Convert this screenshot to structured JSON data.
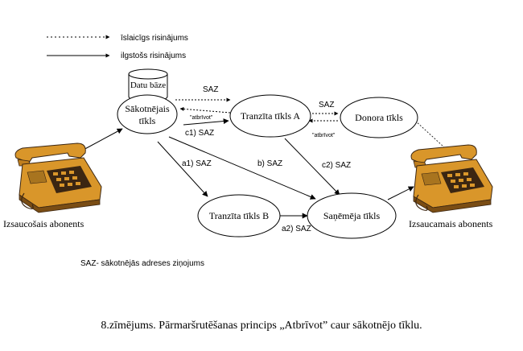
{
  "legend": {
    "temporary": "īslaicīgs risinājums",
    "permanent": "ilgstošs risinājums"
  },
  "nodes": {
    "database": "Datu bāze",
    "origin_line1": "Sākotnējais",
    "origin_line2": "tīkls",
    "transit_a": "Tranzīta tīkls A",
    "donor": "Donora tīkls",
    "transit_b": "Tranzīta tīkls B",
    "recipient": "Saņēmēja tīkls"
  },
  "phones": {
    "caller": "Izsaucošais abonents",
    "callee": "Izsaucamais abonents"
  },
  "edges": {
    "saz_top": "SAZ",
    "release_1": "\"atbrīvot\"",
    "saz_donor": "SAZ",
    "release_2": "\"atbrīvot\"",
    "c1": "c1) SAZ",
    "a1": "a1) SAZ",
    "b": "b) SAZ",
    "c2": "c2) SAZ",
    "a2": "a2) SAZ"
  },
  "footnote": "SAZ- sākotnējās adreses ziņojums",
  "caption": "8.zīmējums. Pārmaršrutēšanas princips „Atbrīvot” caur sākotnējo tīklu.",
  "colors": {
    "phone_body": "#d9962a",
    "phone_dark": "#3b2612",
    "line": "#000000"
  }
}
